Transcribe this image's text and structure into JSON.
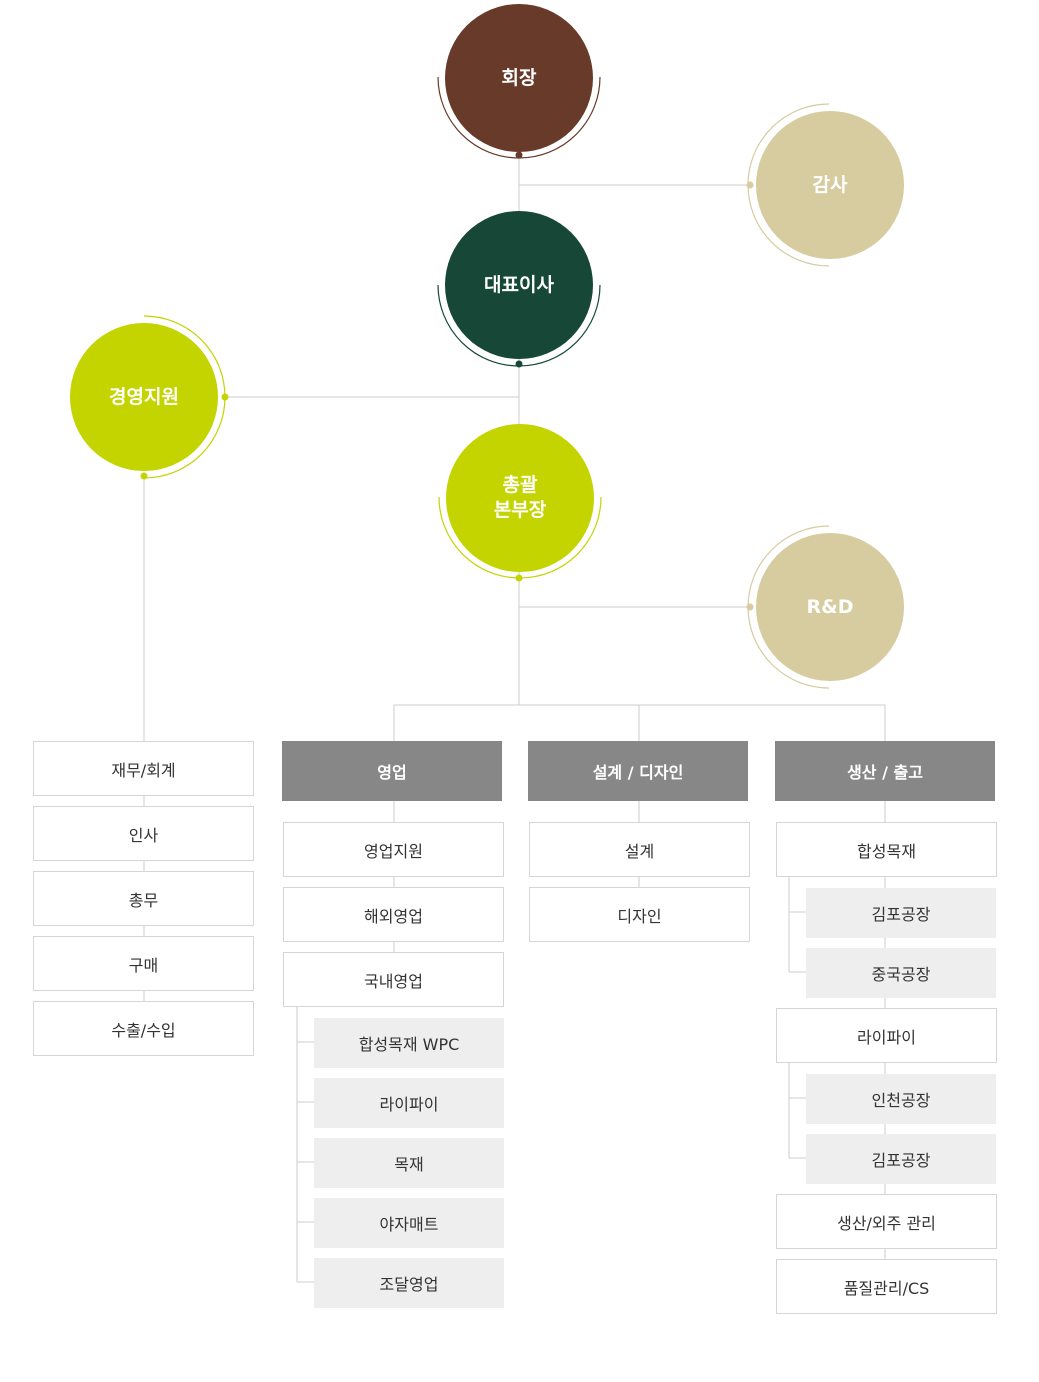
{
  "colors": {
    "chairman": "#673a2a",
    "ceo": "#174837",
    "lime": "#c3d400",
    "beige": "#d6cc9f",
    "line": "#cccccc",
    "header": "#878787",
    "subbox": "#eeeeee"
  },
  "executives": {
    "chairman": "회장",
    "auditor": "감사",
    "ceo": "대표이사",
    "management_support": "경영지원",
    "general_head_line1": "총괄",
    "general_head_line2": "본부장",
    "rnd": "R&D"
  },
  "management_support_teams": [
    "재무/회계",
    "인사",
    "총무",
    "구매",
    "수출/수입"
  ],
  "sales": {
    "header": "영업",
    "teams": [
      "영업지원",
      "해외영업",
      "국내영업"
    ],
    "domestic_sub": [
      "합성목재 WPC",
      "라이파이",
      "목재",
      "야자매트",
      "조달영업"
    ]
  },
  "design": {
    "header": "설계 / 디자인",
    "teams": [
      "설계",
      "디자인"
    ]
  },
  "production": {
    "header": "생산 / 출고",
    "synthetic_wood": "합성목재",
    "synthetic_wood_sub": [
      "김포공장",
      "중국공장"
    ],
    "raipai": "라이파이",
    "raipai_sub": [
      "인천공장",
      "김포공장"
    ],
    "outsourcing": "생산/외주 관리",
    "quality": "품질관리/CS"
  }
}
